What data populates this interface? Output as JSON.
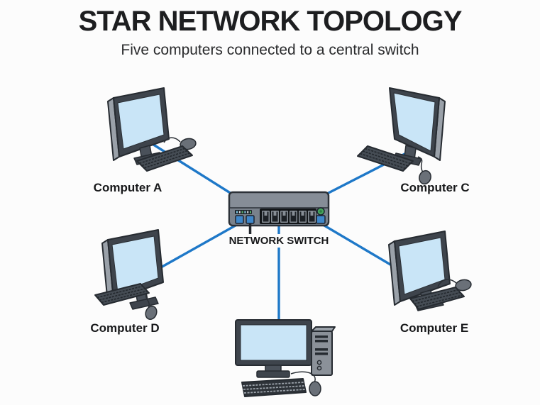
{
  "header": {
    "title": "STAR NETWORK TOPOLOGY",
    "subtitle": "Five computers connected to a central switch"
  },
  "diagram": {
    "type": "star-network-topology",
    "switch": {
      "label": "NETWORK SWITCH",
      "rj45_ports_visible": 6,
      "blue_ports_visible": 3,
      "power_led": "green"
    },
    "computers": [
      {
        "id": "computer-a",
        "label": "Computer A",
        "position": "top-left"
      },
      {
        "id": "computer-c",
        "label": "Computer C",
        "position": "top-right"
      },
      {
        "id": "computer-d",
        "label": "Computer D",
        "position": "bottom-left"
      },
      {
        "id": "computer-e",
        "label": "Computer E",
        "position": "bottom-right"
      },
      {
        "id": "computer-center",
        "label": "",
        "position": "bottom-center"
      }
    ],
    "connections": [
      {
        "from": "computer-a",
        "to": "switch"
      },
      {
        "from": "computer-c",
        "to": "switch"
      },
      {
        "from": "computer-d",
        "to": "switch"
      },
      {
        "from": "computer-e",
        "to": "switch"
      },
      {
        "from": "computer-center",
        "to": "switch"
      }
    ],
    "colors": {
      "cable_blue": "#1e78c8",
      "screen_blue": "#c9e5f7",
      "port_blue": "#3f87c9",
      "led_green": "#46a35c",
      "device_dark_gray": "#3e444c",
      "switch_body_gray": "#868d97"
    }
  }
}
